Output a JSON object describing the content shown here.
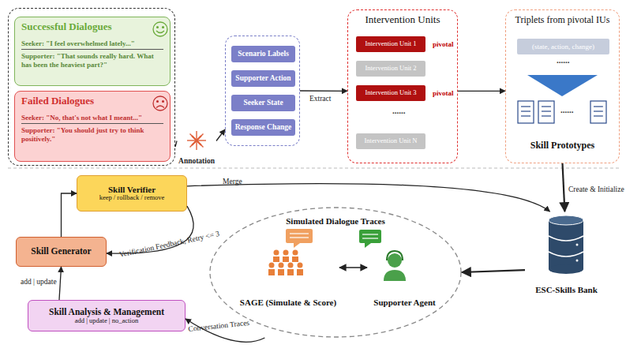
{
  "diagram": {
    "nodes": [
      {
        "text": []
      },
      {
        "text": [
          "Successful Dialogues",
          "Seeker: \"I feel overwhelmed lately...\"",
          "Supporter: \"That sounds really hard. What has been the heaviest part?\""
        ],
        "in": 0
      },
      {
        "text": [
          "Failed Dialogues",
          "Seeker: \"No, that's not what I meant...\"",
          "Supporter: \"You should just try to think positively.\""
        ],
        "in": 0
      },
      {
        "text": [
          "Annotation"
        ]
      },
      {
        "text": []
      },
      {
        "text": [
          "Scenario Labels"
        ],
        "in": 4
      },
      {
        "text": [
          "Supporter Action"
        ],
        "in": 4
      },
      {
        "text": [
          "Seeker State"
        ],
        "in": 4
      },
      {
        "text": [
          "Response Change"
        ],
        "in": 4
      },
      {
        "text": [
          "Intervention Units"
        ]
      },
      {
        "text": [
          "Intervention Unit 1",
          "pivotal"
        ],
        "in": 9
      },
      {
        "text": [
          "Intervention Unit 2"
        ],
        "in": 9
      },
      {
        "text": [
          "Intervention Unit 3",
          "pivotal"
        ],
        "in": 9
      },
      {
        "text": [
          "Intervention Unit N"
        ],
        "in": 9
      },
      {
        "text": [
          "Triplets from pivotal IUs",
          "Skill Prototypes"
        ]
      },
      {
        "text": [
          "(state, action, change)"
        ],
        "in": 14
      },
      {
        "text": [
          "ESC-Skills Bank"
        ]
      },
      {
        "text": [
          "Simulated Dialogue Traces"
        ]
      },
      {
        "text": [
          "SAGE (Simulate & Score)"
        ],
        "in": 17
      },
      {
        "text": [
          "Supporter Agent"
        ],
        "in": 17
      },
      {
        "text": [
          "Skill Verifier",
          "keep / rollback / remove"
        ]
      },
      {
        "text": [
          "Skill Generator"
        ]
      },
      {
        "text": [
          "Skill Analysis & Management",
          "add | update | no_action"
        ]
      }
    ],
    "edges": [
      {
        "from": 0,
        "to": 3,
        "arrow": "none"
      },
      {
        "from": 3,
        "to": 4,
        "arrow": "to"
      },
      {
        "from": 4,
        "to": 9,
        "label": "Extract",
        "arrow": "to"
      },
      {
        "from": 9,
        "to": 14,
        "arrow": "to"
      },
      {
        "from": 14,
        "to": 16,
        "label": "Create & Initialize",
        "arrow": "to"
      },
      {
        "from": 16,
        "to": 17,
        "arrow": "to"
      },
      {
        "from": 18,
        "to": 19,
        "arrow": "both"
      },
      {
        "from": 17,
        "to": 22,
        "label": "Conversation Traces",
        "arrow": "to"
      },
      {
        "from": 22,
        "to": 21,
        "label": "add | update",
        "arrow": "to"
      },
      {
        "from": 21,
        "to": 20,
        "arrow": "to"
      },
      {
        "from": 20,
        "to": 21,
        "label": "Verification Feedback, Retry <= 3",
        "arrow": "to"
      },
      {
        "from": 20,
        "to": 16,
        "label": "Merge",
        "arrow": "to"
      }
    ],
    "labels": [
      "......",
      "......",
      "......"
    ]
  }
}
